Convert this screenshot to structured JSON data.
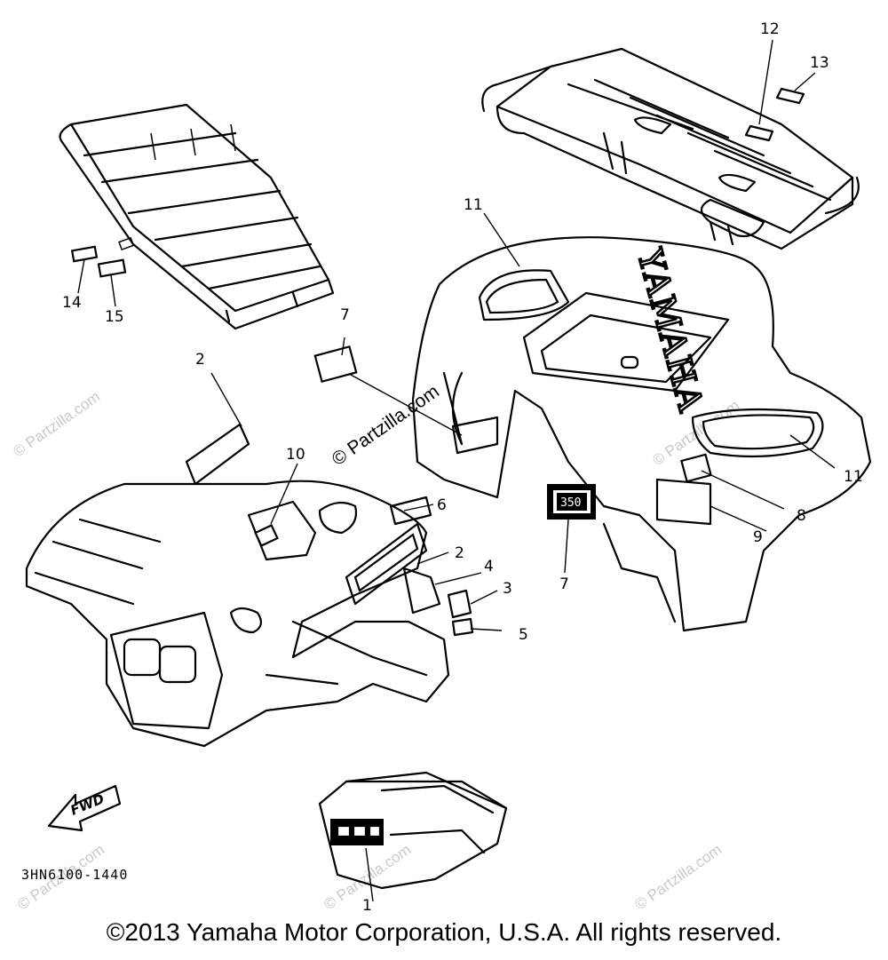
{
  "watermarks": {
    "main": "© Partzilla.com",
    "faint": "© Partzilla.com"
  },
  "brand_lettering": "YAMAHA",
  "decal_number": "350",
  "fwd_label": "FWD",
  "reference_code": "3HN6100-1440",
  "callouts": {
    "c1": "1",
    "c2a": "2",
    "c2b": "2",
    "c3": "3",
    "c4": "4",
    "c5": "5",
    "c6": "6",
    "c7a": "7",
    "c7b": "7",
    "c8": "8",
    "c9": "9",
    "c10": "10",
    "c11a": "11",
    "c11b": "11",
    "c12": "12",
    "c13": "13",
    "c14": "14",
    "c15": "15"
  },
  "copyright": "©2013 Yamaha Motor Corporation, U.S.A. All rights reserved."
}
